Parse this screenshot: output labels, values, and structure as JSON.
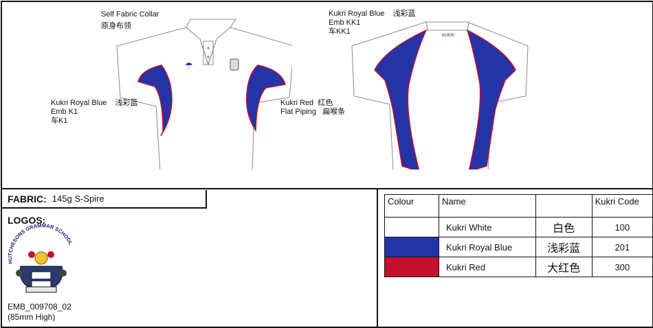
{
  "front_labels": {
    "collar": [
      "Self Fabric Collar",
      "原身布领"
    ],
    "left_panel": [
      "Kukri Royal Blue",
      "浅彩蓝",
      "Emb K1",
      "车K1"
    ],
    "piping": [
      "Kukri Red",
      "红色",
      "Flat Piping",
      "扁喉条"
    ]
  },
  "back_labels": {
    "panel": [
      "Kukri Royal Blue",
      "浅彩蓝",
      "Emb KK1",
      "车KK1"
    ]
  },
  "fabric": {
    "label": "FABRIC:",
    "value": "145g S-Spire"
  },
  "logos": {
    "title": "LOGOS:",
    "school_name": "HUTCHESONS GRAMMAR SCHOOL",
    "code": "EMB_009708_02",
    "size": "(85mm High)"
  },
  "colour_table": {
    "headers": [
      "Colour",
      "Name",
      "",
      "Kukri Code"
    ],
    "rows": [
      {
        "swatch": "#ffffff",
        "name": "Kukri White",
        "cn": "白色",
        "code": "100"
      },
      {
        "swatch": "#2433a6",
        "name": "Kukri Royal Blue",
        "cn": "浅彩蓝",
        "code": "201"
      },
      {
        "swatch": "#c4102e",
        "name": "Kukri Red",
        "cn": "大红色",
        "code": "300"
      }
    ]
  },
  "colors": {
    "royal_blue": "#2433a6",
    "red": "#c4102e",
    "outline": "#555555"
  }
}
